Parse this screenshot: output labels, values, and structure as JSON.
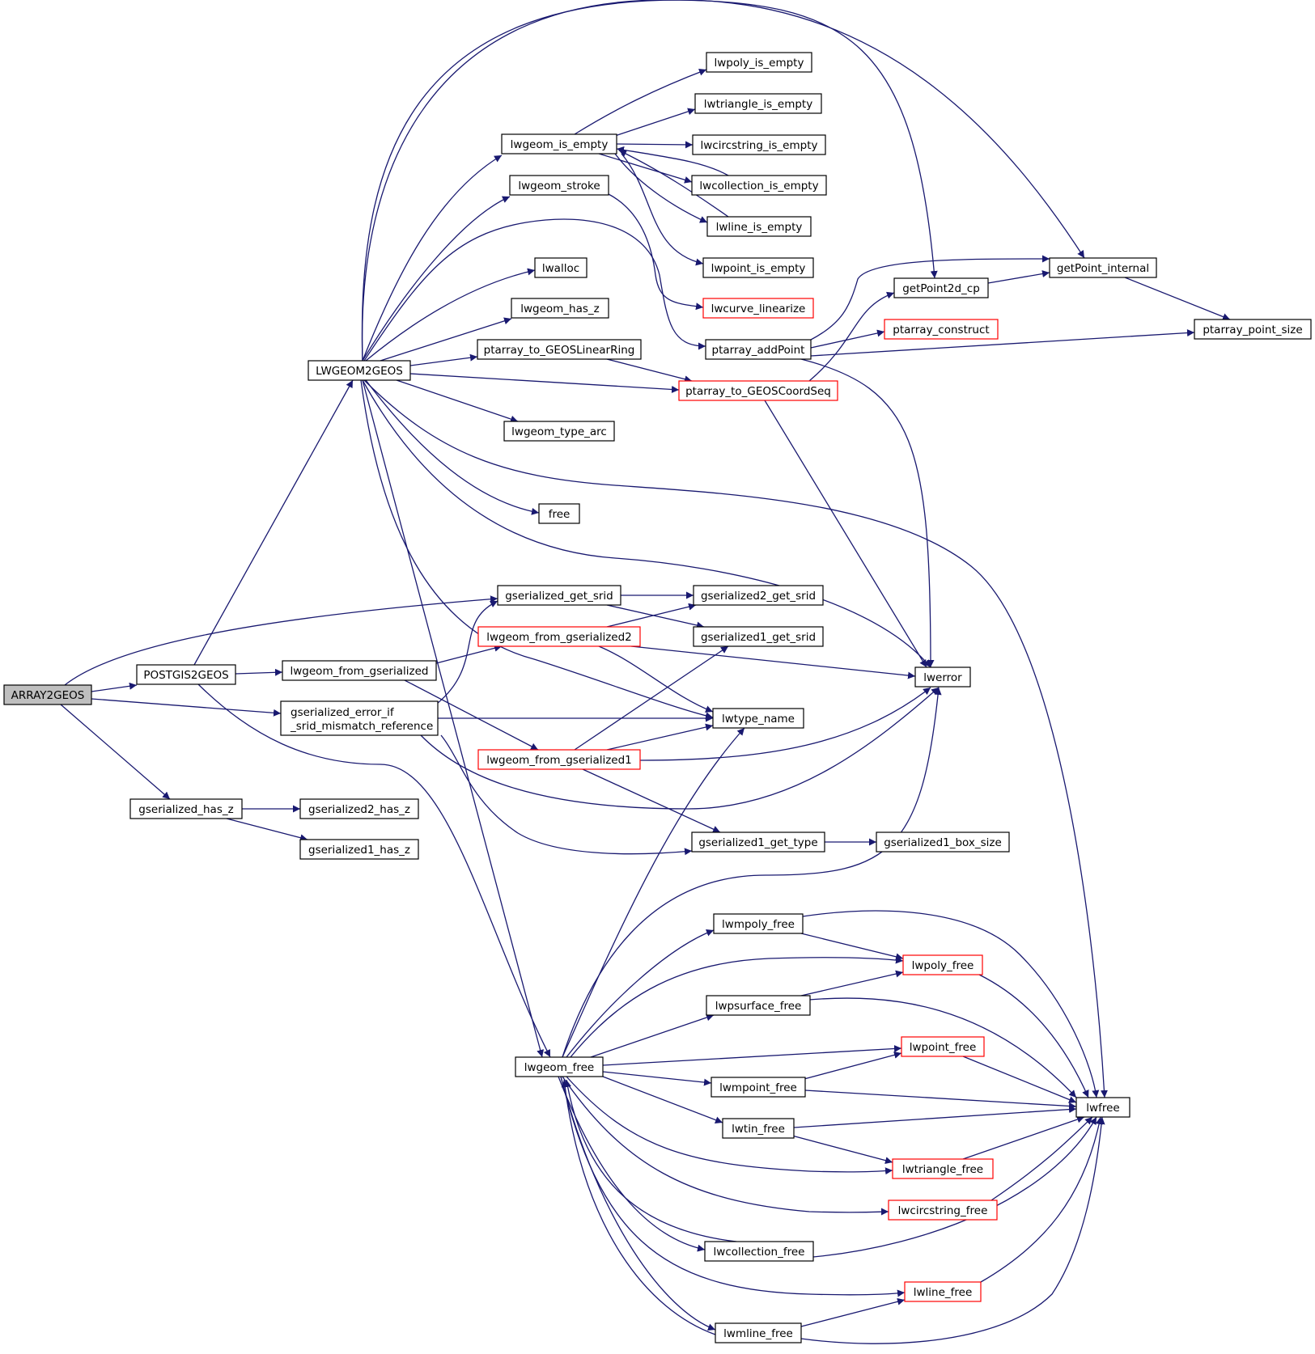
{
  "nodes": {
    "array2geos": "ARRAY2GEOS",
    "postgis2geos": "POSTGIS2GEOS",
    "gserialized_has_z": "gserialized_has_z",
    "lwgeom2geos": "LWGEOM2GEOS",
    "lwgeom_from_gserialized": "lwgeom_from_gserialized",
    "gser_err_1": "gserialized_error_if",
    "gser_err_2": "_srid_mismatch_reference",
    "gserialized2_has_z": "gserialized2_has_z",
    "gserialized1_has_z": "gserialized1_has_z",
    "lwgeom_is_empty": "lwgeom_is_empty",
    "lwgeom_stroke": "lwgeom_stroke",
    "lwalloc": "lwalloc",
    "lwgeom_has_z": "lwgeom_has_z",
    "ptarray_to_geoslinearring": "ptarray_to_GEOSLinearRing",
    "lwgeom_type_arc": "lwgeom_type_arc",
    "free": "free",
    "gserialized_get_srid": "gserialized_get_srid",
    "lwgeom_from_gserialized2": "lwgeom_from_gserialized2",
    "lwgeom_from_gserialized1": "lwgeom_from_gserialized1",
    "lwgeom_free": "lwgeom_free",
    "lwpoly_is_empty": "lwpoly_is_empty",
    "lwtriangle_is_empty": "lwtriangle_is_empty",
    "lwcircstring_is_empty": "lwcircstring_is_empty",
    "lwcollection_is_empty": "lwcollection_is_empty",
    "lwline_is_empty": "lwline_is_empty",
    "lwpoint_is_empty": "lwpoint_is_empty",
    "lwcurve_linearize": "lwcurve_linearize",
    "ptarray_addpoint": "ptarray_addPoint",
    "ptarray_to_geoscoordseq": "ptarray_to_GEOSCoordSeq",
    "gserialized2_get_srid": "gserialized2_get_srid",
    "gserialized1_get_srid": "gserialized1_get_srid",
    "lwtype_name": "lwtype_name",
    "gserialized1_get_type": "gserialized1_get_type",
    "lwmpoly_free": "lwmpoly_free",
    "lwpsurface_free": "lwpsurface_free",
    "lwmpoint_free": "lwmpoint_free",
    "lwtin_free": "lwtin_free",
    "lwcollection_free": "lwcollection_free",
    "lwmline_free": "lwmline_free",
    "getpoint2d_cp": "getPoint2d_cp",
    "ptarray_construct": "ptarray_construct",
    "lwerror": "lwerror",
    "gserialized1_box_size": "gserialized1_box_size",
    "lwpoly_free": "lwpoly_free",
    "lwpoint_free": "lwpoint_free",
    "lwtriangle_free": "lwtriangle_free",
    "lwcircstring_free": "lwcircstring_free",
    "lwline_free": "lwline_free",
    "getpoint_internal": "getPoint_internal",
    "lwfree": "lwfree",
    "ptarray_point_size": "ptarray_point_size"
  },
  "colors": {
    "edge": "#191970",
    "node_border": "#000000",
    "highlight_border": "#ff0000",
    "root_fill": "#bfbfbf",
    "background": "#ffffff"
  }
}
